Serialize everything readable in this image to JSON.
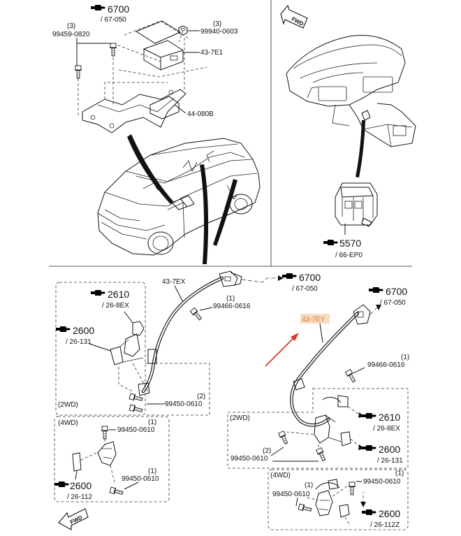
{
  "parts": {
    "tl_bolt_left": "99459-0820",
    "tl_bolt_left_qty": "(3)",
    "tl_nut_right": "99940-0603",
    "tl_nut_right_qty": "(3)",
    "tl_module": "43-7E1",
    "tl_bracket": "44-080B",
    "ex_sensor": "43-7EX",
    "ex_bolt": "99466-0616",
    "ex_bolt_qty": "(1)",
    "ex_2wd_bolt": "99450-0610",
    "ex_2wd_bolt_qty": "(2)",
    "ex_4wd_bolt_top": "99450-0610",
    "ex_4wd_bolt_top_qty": "(1)",
    "ex_4wd_bolt_bot": "99450-0610",
    "ex_4wd_bolt_bot_qty": "(1)",
    "ey_sensor": "43-7EY",
    "ey_bolt": "99466-0616",
    "ey_bolt_qty": "(1)",
    "ey_2wd_bolt": "99450-0610",
    "ey_2wd_bolt_qty": "(2)",
    "ey_4wd_bolt_left": "99450-0610",
    "ey_4wd_bolt_left_qty": "(1)",
    "ey_4wd_bolt_right": "99450-0610",
    "ey_4wd_bolt_right_qty": "(1)"
  },
  "refs": {
    "tl_6700": {
      "num": "6700",
      "sub": "/ 67-050"
    },
    "tr_5570": {
      "num": "5570",
      "sub": "/ 66-EP0"
    },
    "bl_2610": {
      "num": "2610",
      "sub": "/ 26-8EX"
    },
    "bl_2600": {
      "num": "2600",
      "sub": "/ 26-131"
    },
    "bl_4wd_2600": {
      "num": "2600",
      "sub": "/ 26-112"
    },
    "bm_6700": {
      "num": "6700",
      "sub": "/ 67-050"
    },
    "br_6700": {
      "num": "6700",
      "sub": "/ 67-050"
    },
    "br_2610": {
      "num": "2610",
      "sub": "/ 26-8EX"
    },
    "br_2600": {
      "num": "2600",
      "sub": "/ 26-131"
    },
    "br_4wd_2600": {
      "num": "2600",
      "sub": "/ 26-112Z"
    }
  },
  "boxes": {
    "left_2wd": "(2WD)",
    "left_4wd": "(4WD)",
    "right_2wd": "(2WD)",
    "right_4wd": "(4WD)"
  },
  "fwd": "FWD",
  "colors": {
    "highlight_label_bg": "#f6dcc3",
    "highlight_label_text": "#d07a3a",
    "pointer_arrow": "#d63a2a",
    "line": "#111111"
  }
}
